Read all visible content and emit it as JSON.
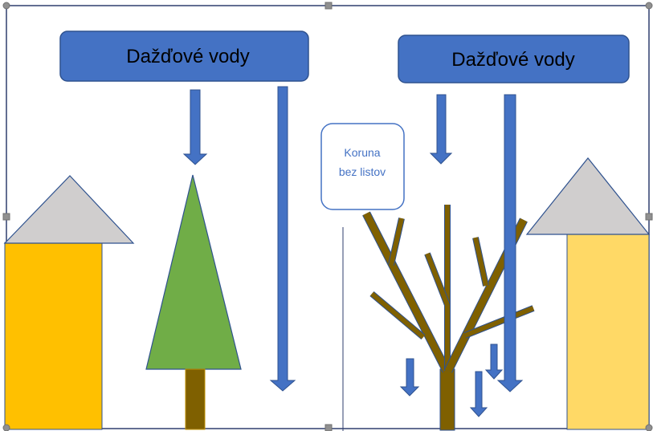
{
  "left_panel": {
    "rain_label": "Dažďové vody"
  },
  "right_panel": {
    "rain_label": "Dažďové vody",
    "callout_line1": "Koruna",
    "callout_line2": "bez listov"
  },
  "colors": {
    "label_fill": "#4472c4",
    "label_stroke": "#2f528f",
    "arrow_fill": "#4472c4",
    "roof": "#d0cece",
    "house_left": "#ffc000",
    "house_right": "#ffd966",
    "conifer": "#70ad47",
    "trunk": "#7f6000",
    "callout_stroke": "#4472c4",
    "callout_text": "#4472c4",
    "frame": "#2f3e6e"
  },
  "icons": {
    "down_arrow": "down-arrow-icon",
    "resize_handle": "resize-handle-icon"
  }
}
